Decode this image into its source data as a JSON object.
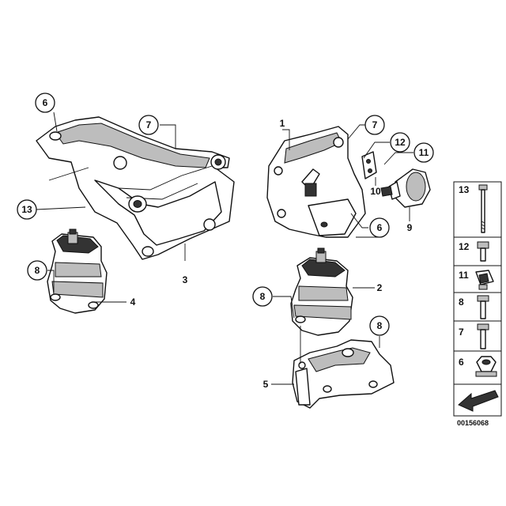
{
  "callouts": {
    "c6a": "6",
    "c7a": "7",
    "c13a": "13",
    "c8a": "8",
    "c3": "3",
    "c4": "4",
    "c1": "1",
    "c7b": "7",
    "c12": "12",
    "c11": "11",
    "c10": "10",
    "c9": "9",
    "c6b": "6",
    "c2": "2",
    "c8b": "8",
    "c8c": "8",
    "c5": "5"
  },
  "legend": {
    "items": [
      "13",
      "12",
      "11",
      "8",
      "7",
      "6"
    ]
  },
  "document_number": "00156068"
}
